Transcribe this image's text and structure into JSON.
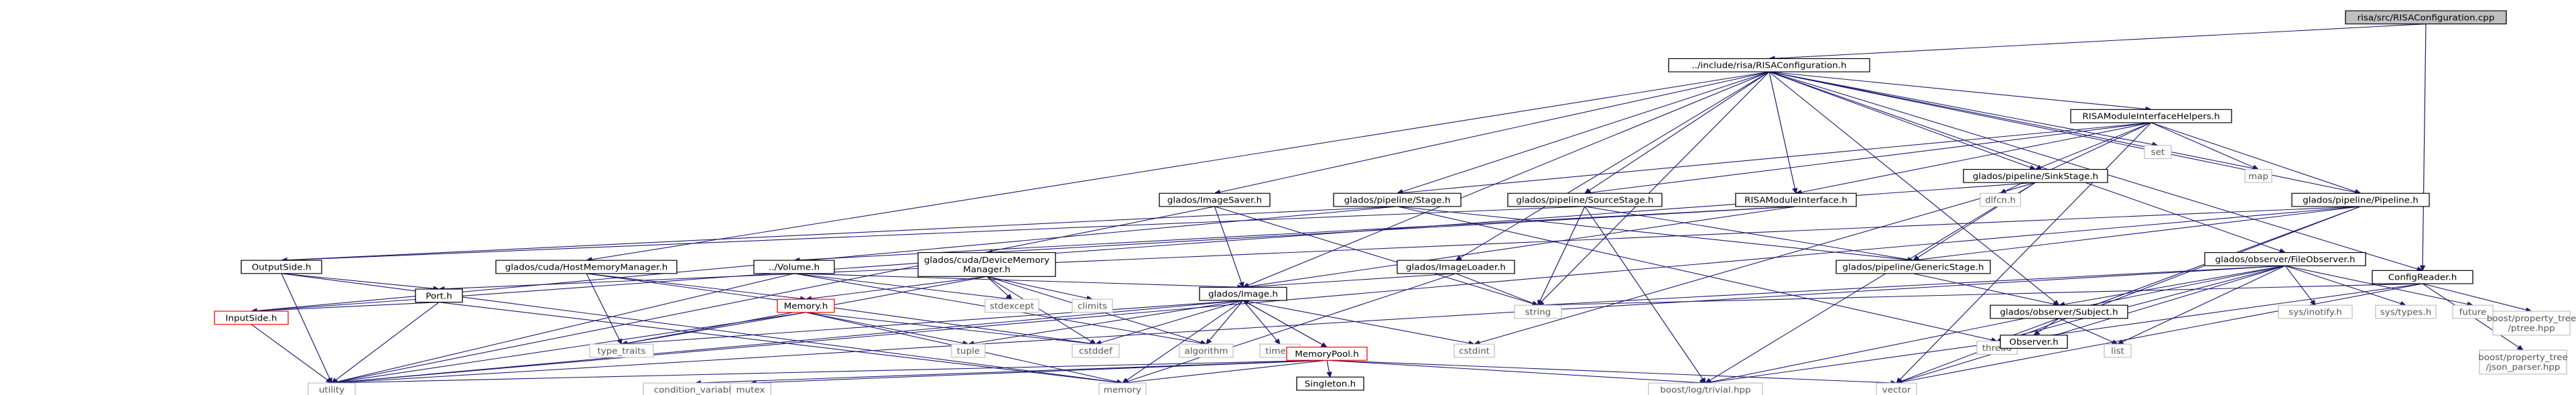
{
  "graph_title": "risa/src/RISAConfiguration.cpp",
  "nodes": [
    {
      "id": "root",
      "label": "risa/src/RISAConfiguration.cpp",
      "style": "gray"
    },
    {
      "id": "cfg_h",
      "label": "../include/risa/RISAConfiguration.h",
      "style": "white"
    },
    {
      "id": "config_reader",
      "label": "ConfigReader.h",
      "style": "white"
    },
    {
      "id": "helpers",
      "label": "RISAModuleInterfaceHelpers.h",
      "style": "white"
    },
    {
      "id": "set",
      "label": "set",
      "style": "light"
    },
    {
      "id": "map",
      "label": "map",
      "style": "light"
    },
    {
      "id": "imagesaver",
      "label": "glados/ImageSaver.h",
      "style": "white"
    },
    {
      "id": "stage",
      "label": "glados/pipeline/Stage.h",
      "style": "white"
    },
    {
      "id": "sourcestage",
      "label": "glados/pipeline/SourceStage.h",
      "style": "white"
    },
    {
      "id": "modif",
      "label": "RISAModuleInterface.h",
      "style": "white"
    },
    {
      "id": "dlfcn",
      "label": "dlfcn.h",
      "style": "light"
    },
    {
      "id": "sinkstage",
      "label": "glados/pipeline/SinkStage.h",
      "style": "white"
    },
    {
      "id": "pipeline",
      "label": "glados/pipeline/Pipeline.h",
      "style": "white"
    },
    {
      "id": "outputside",
      "label": "OutputSide.h",
      "style": "white"
    },
    {
      "id": "hostmem",
      "label": "glados/cuda/HostMemoryManager.h",
      "style": "white"
    },
    {
      "id": "volume",
      "label": "../Volume.h",
      "style": "white"
    },
    {
      "id": "devmem",
      "label": "glados/cuda/DeviceMemory\nManager.h",
      "style": "white"
    },
    {
      "id": "imageloader",
      "label": "glados/ImageLoader.h",
      "style": "white"
    },
    {
      "id": "genericstage",
      "label": "glados/pipeline/GenericStage.h",
      "style": "white"
    },
    {
      "id": "fileobserver",
      "label": "glados/observer/FileObserver.h",
      "style": "white"
    },
    {
      "id": "port",
      "label": "Port.h",
      "style": "white"
    },
    {
      "id": "memory_h",
      "label": "Memory.h",
      "style": "red"
    },
    {
      "id": "climits",
      "label": "climits",
      "style": "light"
    },
    {
      "id": "stdexcept",
      "label": "stdexcept",
      "style": "light"
    },
    {
      "id": "image",
      "label": "glados/Image.h",
      "style": "white"
    },
    {
      "id": "string",
      "label": "string",
      "style": "light"
    },
    {
      "id": "thread",
      "label": "thread",
      "style": "light"
    },
    {
      "id": "subject",
      "label": "glados/observer/Subject.h",
      "style": "white"
    },
    {
      "id": "inotify",
      "label": "sys/inotify.h",
      "style": "light"
    },
    {
      "id": "systypes",
      "label": "sys/types.h",
      "style": "light"
    },
    {
      "id": "future",
      "label": "future",
      "style": "light"
    },
    {
      "id": "ptree",
      "label": "boost/property_tree\n/ptree.hpp",
      "style": "light"
    },
    {
      "id": "json_parser",
      "label": "boost/property_tree\n/json_parser.hpp",
      "style": "light"
    },
    {
      "id": "inputside",
      "label": "InputSide.h",
      "style": "red"
    },
    {
      "id": "type_traits",
      "label": "type_traits",
      "style": "light"
    },
    {
      "id": "tuple",
      "label": "tuple",
      "style": "light"
    },
    {
      "id": "cstddef",
      "label": "cstddef",
      "style": "light"
    },
    {
      "id": "algorithm",
      "label": "algorithm",
      "style": "light"
    },
    {
      "id": "timeh",
      "label": "time.h",
      "style": "light"
    },
    {
      "id": "cstdint",
      "label": "cstdint",
      "style": "light"
    },
    {
      "id": "observer",
      "label": "Observer.h",
      "style": "white"
    },
    {
      "id": "list",
      "label": "list",
      "style": "light"
    },
    {
      "id": "mempool",
      "label": "MemoryPool.h",
      "style": "red"
    },
    {
      "id": "singleton",
      "label": "Singleton.h",
      "style": "white"
    },
    {
      "id": "utility",
      "label": "utility",
      "style": "light"
    },
    {
      "id": "condvar",
      "label": "condition_variable",
      "style": "light"
    },
    {
      "id": "mutex",
      "label": "mutex",
      "style": "light"
    },
    {
      "id": "memory",
      "label": "memory",
      "style": "light"
    },
    {
      "id": "trivial",
      "label": "boost/log/trivial.hpp",
      "style": "light"
    },
    {
      "id": "vector",
      "label": "vector",
      "style": "light"
    }
  ],
  "edges": [
    [
      "root",
      "cfg_h"
    ],
    [
      "root",
      "config_reader"
    ],
    [
      "cfg_h",
      "config_reader"
    ],
    [
      "cfg_h",
      "helpers"
    ],
    [
      "cfg_h",
      "set"
    ],
    [
      "cfg_h",
      "map"
    ],
    [
      "cfg_h",
      "imagesaver"
    ],
    [
      "cfg_h",
      "stage"
    ],
    [
      "cfg_h",
      "sourcestage"
    ],
    [
      "cfg_h",
      "modif"
    ],
    [
      "cfg_h",
      "sinkstage"
    ],
    [
      "cfg_h",
      "pipeline"
    ],
    [
      "cfg_h",
      "hostmem"
    ],
    [
      "cfg_h",
      "imageloader"
    ],
    [
      "cfg_h",
      "fileobserver"
    ],
    [
      "cfg_h",
      "image"
    ],
    [
      "cfg_h",
      "string"
    ],
    [
      "cfg_h",
      "subject"
    ],
    [
      "helpers",
      "modif"
    ],
    [
      "helpers",
      "dlfcn"
    ],
    [
      "helpers",
      "map"
    ],
    [
      "helpers",
      "stage"
    ],
    [
      "helpers",
      "sourcestage"
    ],
    [
      "helpers",
      "sinkstage"
    ],
    [
      "helpers",
      "pipeline"
    ],
    [
      "helpers",
      "vector"
    ],
    [
      "imagesaver",
      "image"
    ],
    [
      "imagesaver",
      "string"
    ],
    [
      "imagesaver",
      "utility"
    ],
    [
      "stage",
      "genericstage"
    ],
    [
      "stage",
      "inputside"
    ],
    [
      "stage",
      "outputside"
    ],
    [
      "stage",
      "thread"
    ],
    [
      "sourcestage",
      "genericstage"
    ],
    [
      "sourcestage",
      "outputside"
    ],
    [
      "sourcestage",
      "trivial"
    ],
    [
      "sourcestage",
      "string"
    ],
    [
      "modif",
      "volume"
    ],
    [
      "modif",
      "devmem"
    ],
    [
      "modif",
      "image"
    ],
    [
      "sinkstage",
      "genericstage"
    ],
    [
      "sinkstage",
      "inputside"
    ],
    [
      "sinkstage",
      "trivial"
    ],
    [
      "sinkstage",
      "cstdint"
    ],
    [
      "pipeline",
      "genericstage"
    ],
    [
      "pipeline",
      "port"
    ],
    [
      "pipeline",
      "utility"
    ],
    [
      "pipeline",
      "thread"
    ],
    [
      "pipeline",
      "vector"
    ],
    [
      "outputside",
      "port"
    ],
    [
      "outputside",
      "utility"
    ],
    [
      "outputside",
      "memory"
    ],
    [
      "hostmem",
      "memory_h"
    ],
    [
      "hostmem",
      "cstddef"
    ],
    [
      "hostmem",
      "type_traits"
    ],
    [
      "volume",
      "image"
    ],
    [
      "volume",
      "stdexcept"
    ],
    [
      "volume",
      "algorithm"
    ],
    [
      "volume",
      "utility"
    ],
    [
      "devmem",
      "memory_h"
    ],
    [
      "devmem",
      "climits"
    ],
    [
      "devmem",
      "stdexcept"
    ],
    [
      "devmem",
      "cstddef"
    ],
    [
      "devmem",
      "type_traits"
    ],
    [
      "devmem",
      "algorithm"
    ],
    [
      "imageloader",
      "image"
    ],
    [
      "imageloader",
      "string"
    ],
    [
      "imageloader",
      "memory"
    ],
    [
      "genericstage",
      "subject"
    ],
    [
      "fileobserver",
      "subject"
    ],
    [
      "fileobserver",
      "inotify"
    ],
    [
      "fileobserver",
      "systypes"
    ],
    [
      "fileobserver",
      "future"
    ],
    [
      "fileobserver",
      "thread"
    ],
    [
      "fileobserver",
      "list"
    ],
    [
      "fileobserver",
      "string"
    ],
    [
      "fileobserver",
      "vector"
    ],
    [
      "fileobserver",
      "utility"
    ],
    [
      "fileobserver",
      "trivial"
    ],
    [
      "config_reader",
      "ptree"
    ],
    [
      "config_reader",
      "json_parser"
    ],
    [
      "config_reader",
      "string"
    ],
    [
      "config_reader",
      "vector"
    ],
    [
      "config_reader",
      "trivial"
    ],
    [
      "port",
      "inputside"
    ],
    [
      "port",
      "utility"
    ],
    [
      "port",
      "memory"
    ],
    [
      "memory_h",
      "type_traits"
    ],
    [
      "memory_h",
      "tuple"
    ],
    [
      "memory_h",
      "cstddef"
    ],
    [
      "memory_h",
      "utility"
    ],
    [
      "memory_h",
      "memory"
    ],
    [
      "image",
      "mempool"
    ],
    [
      "image",
      "type_traits"
    ],
    [
      "image",
      "tuple"
    ],
    [
      "image",
      "cstddef"
    ],
    [
      "image",
      "algorithm"
    ],
    [
      "image",
      "timeh"
    ],
    [
      "image",
      "cstdint"
    ],
    [
      "image",
      "memory"
    ],
    [
      "image",
      "utility"
    ],
    [
      "subject",
      "observer"
    ],
    [
      "subject",
      "list"
    ],
    [
      "inputside",
      "utility"
    ],
    [
      "mempool",
      "image"
    ],
    [
      "mempool",
      "singleton"
    ],
    [
      "mempool",
      "condvar"
    ],
    [
      "mempool",
      "mutex"
    ],
    [
      "mempool",
      "memory"
    ],
    [
      "mempool",
      "trivial"
    ],
    [
      "mempool",
      "vector"
    ],
    [
      "mempool",
      "utility"
    ]
  ]
}
